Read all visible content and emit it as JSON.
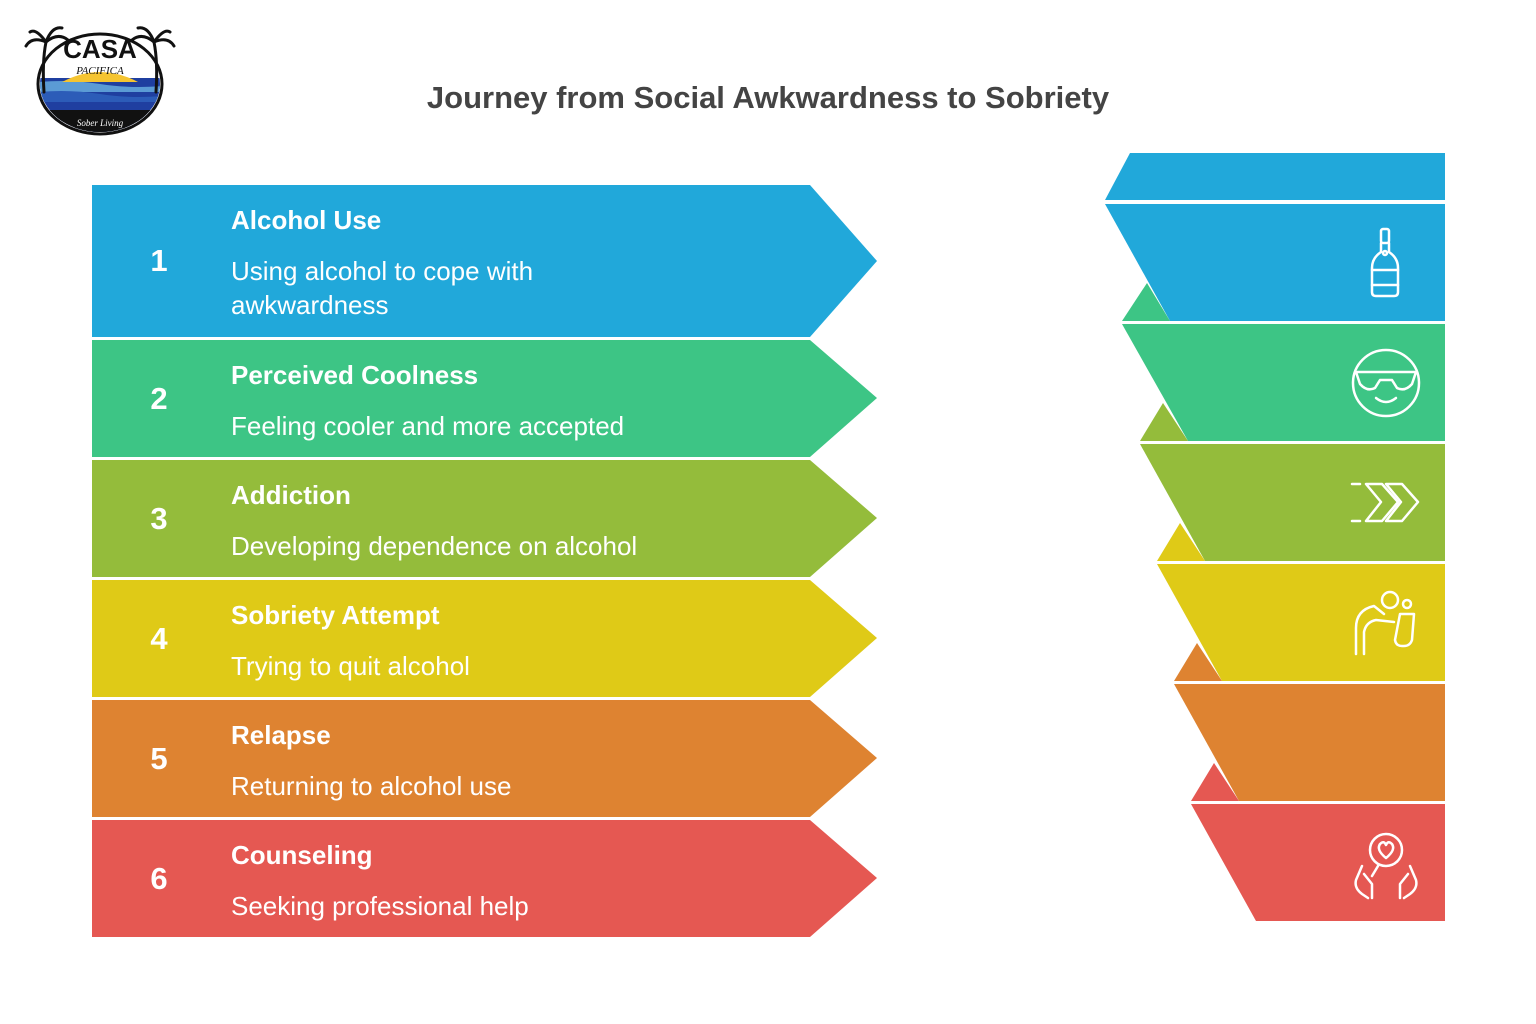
{
  "logo": {
    "name_top": "CASA",
    "name_bottom": "PACIFICA",
    "tagline": "Sober Living"
  },
  "title": "Journey from Social Awkwardness to Sobriety",
  "steps": [
    {
      "number": "1",
      "title": "Alcohol Use",
      "description": "Using alcohol to cope with awkwardness",
      "color": "#21A8DA",
      "icon": "wine-bottle-icon"
    },
    {
      "number": "2",
      "title": "Perceived Coolness",
      "description": "Feeling cooler and more accepted",
      "color": "#3DC585",
      "icon": "cool-face-sunglasses-icon"
    },
    {
      "number": "3",
      "title": "Addiction",
      "description": "Developing dependence on alcohol",
      "color": "#94BC3B",
      "icon": "double-chevron-forward-icon"
    },
    {
      "number": "4",
      "title": "Sobriety Attempt",
      "description": "Trying to quit alcohol",
      "color": "#DFCA17",
      "icon": "person-declining-drink-icon"
    },
    {
      "number": "5",
      "title": "Relapse",
      "description": "Returning to alcohol use",
      "color": "#DE8331",
      "icon": ""
    },
    {
      "number": "6",
      "title": "Counseling",
      "description": "Seeking professional help",
      "color": "#E55852",
      "icon": "hands-heart-care-icon"
    }
  ],
  "colors": {
    "title_text": "#444444",
    "step_text": "#FFFFFF",
    "icon_stroke": "#FFFFFF",
    "logo_sea": "#1F3FA0",
    "logo_sun": "#F5C430"
  }
}
